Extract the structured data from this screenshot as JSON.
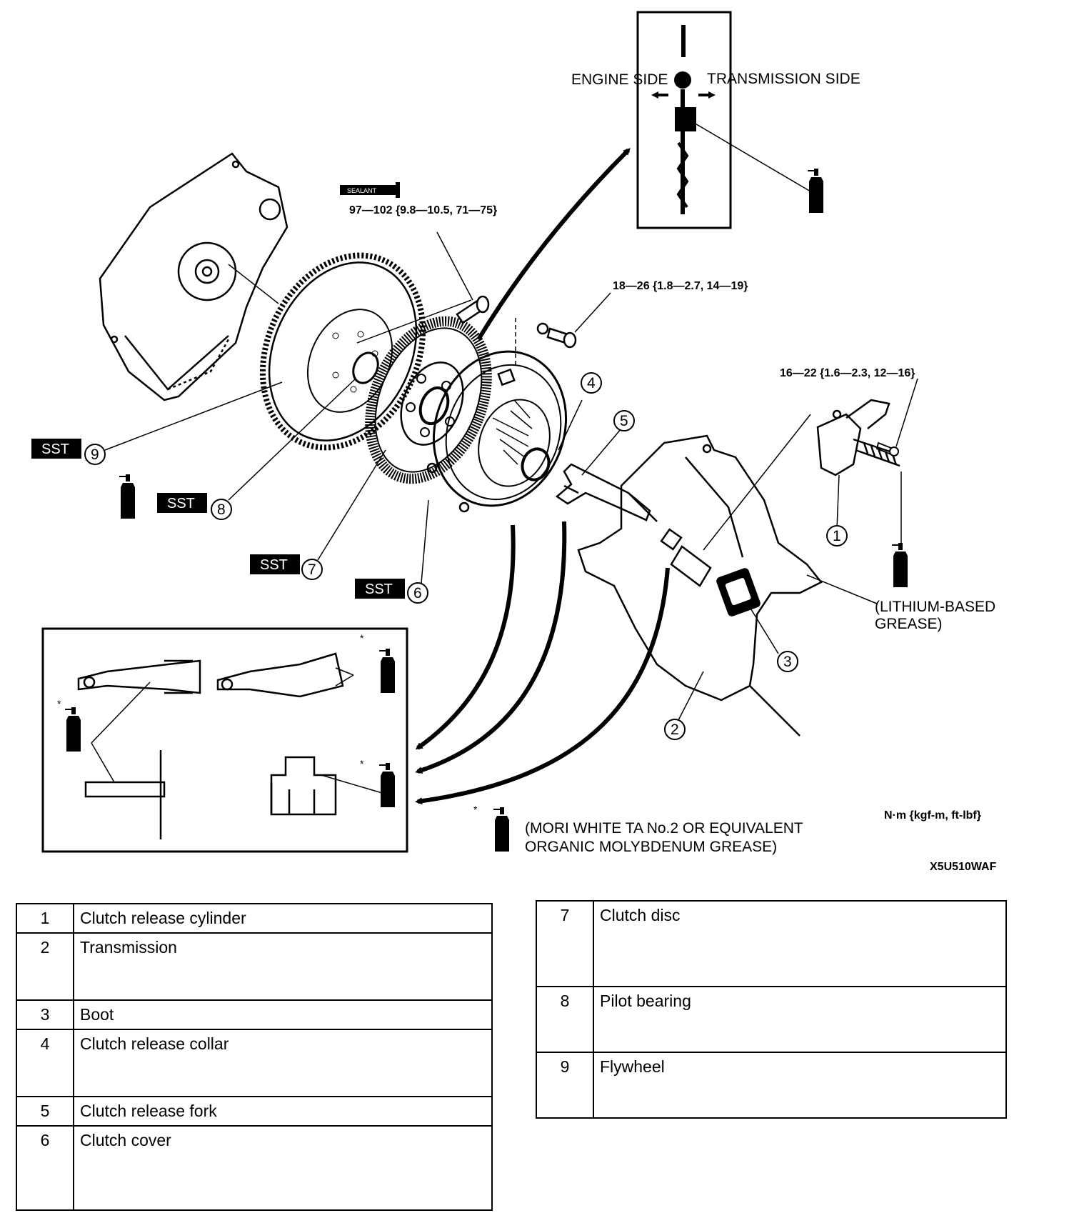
{
  "labels": {
    "engine_side": "ENGINE SIDE",
    "transmission_side": "TRANSMISSION SIDE",
    "sealant": "SEALANT",
    "grease": "GREASE",
    "torque_flywheel": "97—102 {9.8—10.5, 71—75}",
    "torque_cover": "18—26 {1.8—2.7, 14—19}",
    "torque_cylinder": "16—22 {1.6—2.3, 12—16}",
    "lithium_1": "(LITHIUM-BASED",
    "lithium_2": "GREASE)",
    "mori_1": "(MORI WHITE TA No.2 OR EQUIVALENT",
    "mori_2": "ORGANIC MOLYBDENUM GREASE)",
    "units": "N·m {kgf-m, ft-lbf}",
    "code": "X5U510WAF",
    "sst": "SST",
    "star": "*"
  },
  "callouts": [
    "1",
    "2",
    "3",
    "4",
    "5",
    "6",
    "7",
    "8",
    "9"
  ],
  "parts_left": [
    {
      "num": "1",
      "name": "Clutch release cylinder"
    },
    {
      "num": "2",
      "name": "Transmission"
    },
    {
      "num": "3",
      "name": "Boot"
    },
    {
      "num": "4",
      "name": "Clutch release collar"
    },
    {
      "num": "5",
      "name": "Clutch release fork"
    },
    {
      "num": "6",
      "name": "Clutch cover"
    }
  ],
  "parts_right": [
    {
      "num": "7",
      "name": "Clutch disc"
    },
    {
      "num": "8",
      "name": "Pilot bearing"
    },
    {
      "num": "9",
      "name": "Flywheel"
    }
  ]
}
